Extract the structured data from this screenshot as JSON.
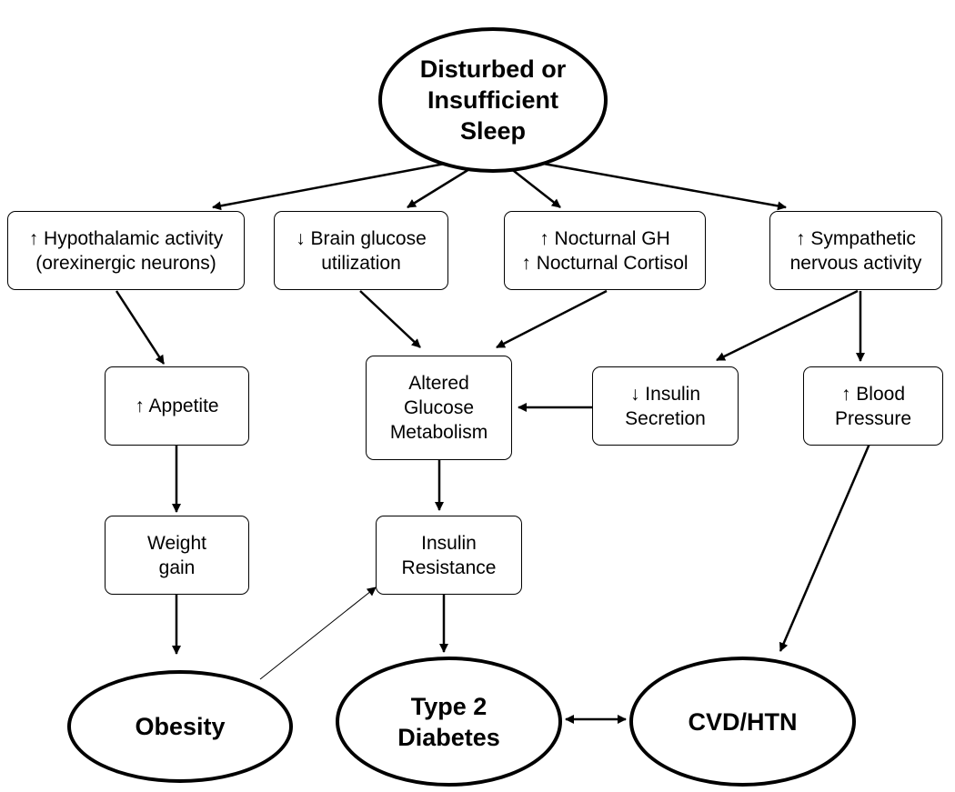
{
  "nodes": {
    "sleep": [
      "Disturbed or",
      "Insufficient",
      "Sleep"
    ],
    "hypothalamic": [
      "↑ Hypothalamic activity",
      "(orexinergic neurons)"
    ],
    "brain_glucose": [
      "↓ Brain glucose",
      "utilization"
    ],
    "nocturnal": [
      "↑ Nocturnal GH",
      "↑ Nocturnal Cortisol"
    ],
    "sympathetic": [
      "↑ Sympathetic",
      "nervous activity"
    ],
    "appetite": [
      "↑ Appetite"
    ],
    "altered_glucose": [
      "Altered",
      "Glucose",
      "Metabolism"
    ],
    "insulin_secretion": [
      "↓ Insulin",
      "Secretion"
    ],
    "blood_pressure": [
      "↑ Blood",
      "Pressure"
    ],
    "weight_gain": [
      "Weight",
      "gain"
    ],
    "insulin_resistance": [
      "Insulin",
      "Resistance"
    ],
    "obesity": [
      "Obesity"
    ],
    "diabetes": [
      "Type 2",
      "Diabetes"
    ],
    "cvd": [
      "CVD/HTN"
    ]
  },
  "edges": [
    {
      "from": "sleep",
      "to": "hypothalamic"
    },
    {
      "from": "sleep",
      "to": "brain_glucose"
    },
    {
      "from": "sleep",
      "to": "nocturnal"
    },
    {
      "from": "sleep",
      "to": "sympathetic"
    },
    {
      "from": "hypothalamic",
      "to": "appetite"
    },
    {
      "from": "brain_glucose",
      "to": "altered_glucose"
    },
    {
      "from": "nocturnal",
      "to": "altered_glucose"
    },
    {
      "from": "sympathetic",
      "to": "insulin_secretion"
    },
    {
      "from": "sympathetic",
      "to": "blood_pressure"
    },
    {
      "from": "insulin_secretion",
      "to": "altered_glucose"
    },
    {
      "from": "appetite",
      "to": "weight_gain"
    },
    {
      "from": "altered_glucose",
      "to": "insulin_resistance"
    },
    {
      "from": "weight_gain",
      "to": "obesity"
    },
    {
      "from": "obesity",
      "to": "insulin_resistance",
      "style": "thin"
    },
    {
      "from": "insulin_resistance",
      "to": "diabetes"
    },
    {
      "from": "blood_pressure",
      "to": "cvd"
    },
    {
      "from": "diabetes",
      "to": "cvd",
      "style": "bidirectional"
    }
  ]
}
